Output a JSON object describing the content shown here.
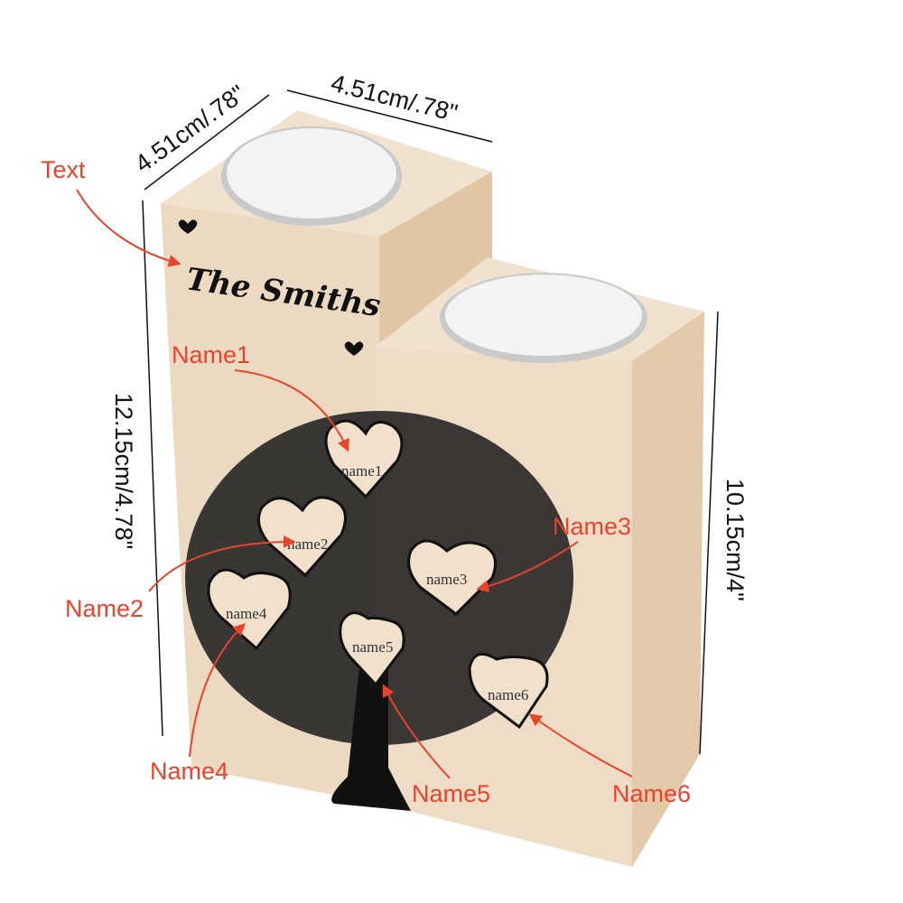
{
  "dimensions": {
    "depth": "4.51cm/.78\"",
    "width": "4.51cm/.78\"",
    "tall_height": "12.15cm/4.78\"",
    "short_height": "10.15cm/4\""
  },
  "engraving": {
    "title": "The Smiths",
    "heart_names": [
      "name1",
      "name2",
      "name3",
      "name4",
      "name5",
      "name6"
    ]
  },
  "callouts": {
    "text": "Text",
    "names": [
      "Name1",
      "Name2",
      "Name3",
      "Name4",
      "Name5",
      "Name6"
    ]
  },
  "colors": {
    "callout": "#e8432c",
    "wood": "#ecd9c2",
    "wood_side": "#e2c9a9",
    "ink": "#111111"
  }
}
